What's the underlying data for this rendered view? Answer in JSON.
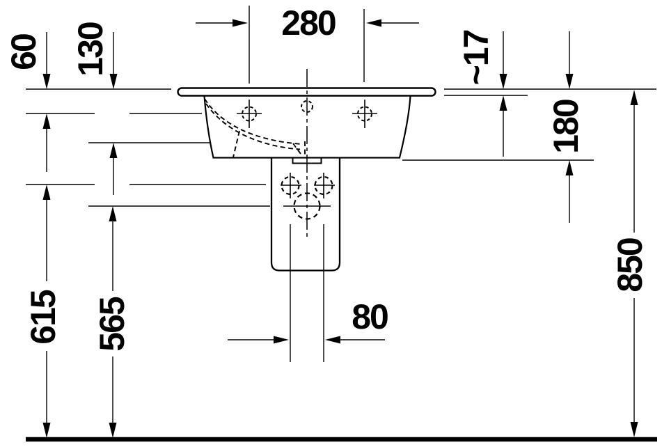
{
  "drawing": {
    "type": "technical-dimension-drawing",
    "subject": "wall-mounted washbasin with siphon cover, front elevation",
    "units": "mm",
    "line_color": "#000000",
    "background_color": "#ffffff",
    "dimensions": {
      "tap_hole_spacing": "280",
      "top_to_tap_centerline": "60",
      "top_to_bowl_bottom_inside": "130",
      "ceramic_edge_thickness": "~17",
      "basin_body_height": "180",
      "rim_height_above_floor": "850",
      "fixing_hole_height_above_floor": "615",
      "drain_height_above_floor": "565",
      "fixing_hole_spacing": "80"
    }
  }
}
